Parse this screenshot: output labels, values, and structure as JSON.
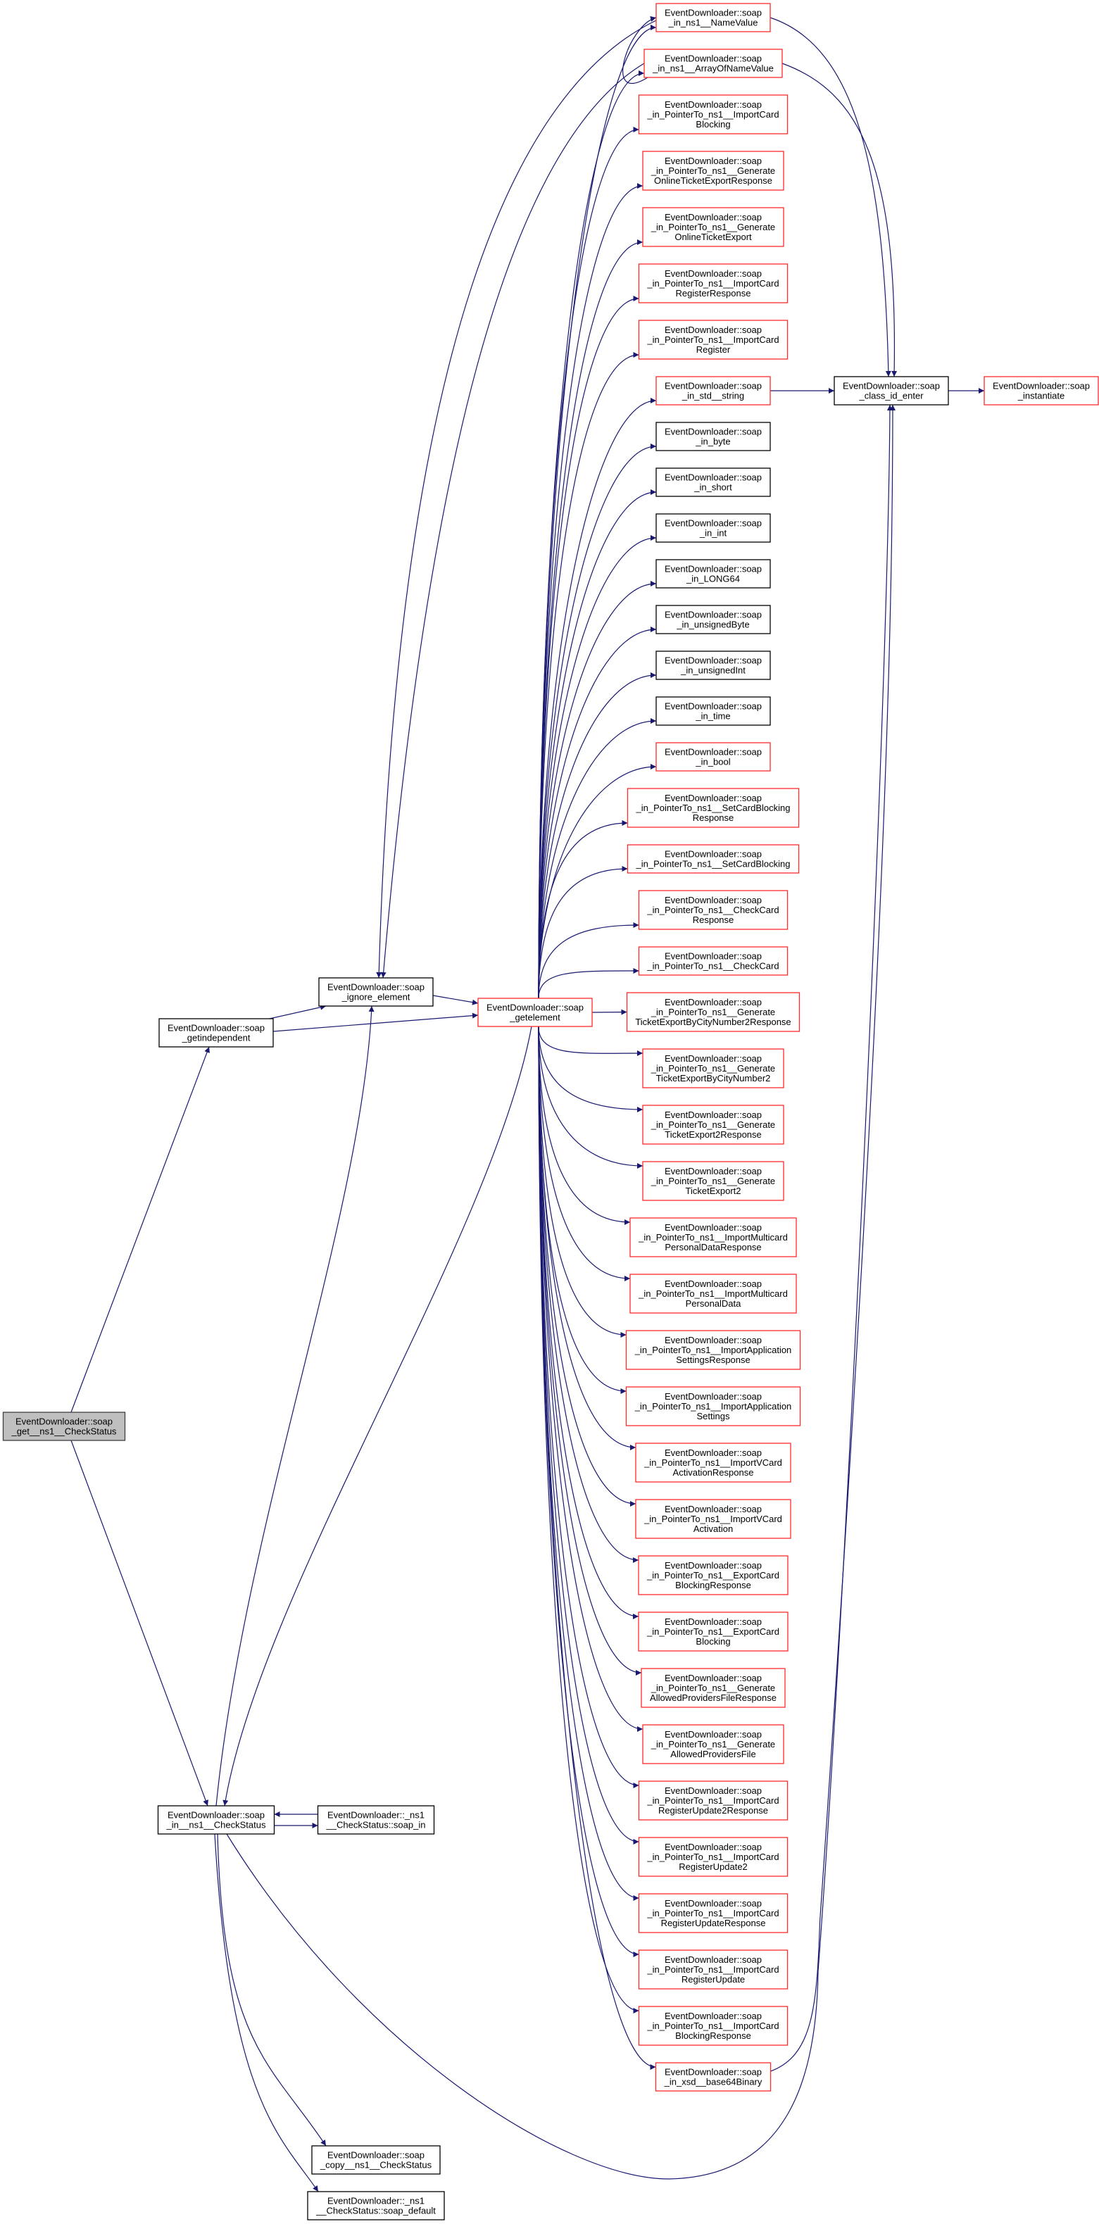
{
  "colors": {
    "edge": "#191970",
    "border_default": "#000000",
    "border_truncated": "#ff2a2a",
    "root_fill": "#bfbfbf",
    "root_border": "#404040"
  },
  "nodes": [
    {
      "id": "root",
      "style": "root",
      "lines": [
        "EventDownloader::soap",
        "_get__ns1__CheckStatus"
      ]
    },
    {
      "id": "getindependent",
      "style": "black",
      "lines": [
        "EventDownloader::soap",
        "_getindependent"
      ]
    },
    {
      "id": "ignore",
      "style": "black",
      "lines": [
        "EventDownloader::soap",
        "_ignore_element"
      ]
    },
    {
      "id": "getelement",
      "style": "red",
      "lines": [
        "EventDownloader::soap",
        "_getelement"
      ]
    },
    {
      "id": "in_cs",
      "style": "black",
      "lines": [
        "EventDownloader::soap",
        "_in__ns1__CheckStatus"
      ]
    },
    {
      "id": "cs_soap_in",
      "style": "black",
      "lines": [
        "EventDownloader::_ns1",
        "__CheckStatus::soap_in"
      ]
    },
    {
      "id": "copy_cs",
      "style": "black",
      "lines": [
        "EventDownloader::soap",
        "_copy__ns1__CheckStatus"
      ]
    },
    {
      "id": "cs_default",
      "style": "black",
      "lines": [
        "EventDownloader::_ns1",
        "__CheckStatus::soap_default"
      ]
    },
    {
      "id": "class_id_enter",
      "style": "black",
      "lines": [
        "EventDownloader::soap",
        "_class_id_enter"
      ]
    },
    {
      "id": "instantiate",
      "style": "red",
      "lines": [
        "EventDownloader::soap",
        "_instantiate"
      ]
    },
    {
      "id": "c_namevalue",
      "style": "red",
      "lines": [
        "EventDownloader::soap",
        "_in_ns1__NameValue"
      ]
    },
    {
      "id": "c_arrayofnamevalue",
      "style": "red",
      "lines": [
        "EventDownloader::soap",
        "_in_ns1__ArrayOfNameValue"
      ]
    },
    {
      "id": "c1",
      "style": "red",
      "lines": [
        "EventDownloader::soap",
        "_in_PointerTo_ns1__ImportCard",
        "Blocking"
      ]
    },
    {
      "id": "c2",
      "style": "red",
      "lines": [
        "EventDownloader::soap",
        "_in_PointerTo_ns1__Generate",
        "OnlineTicketExportResponse"
      ]
    },
    {
      "id": "c3",
      "style": "red",
      "lines": [
        "EventDownloader::soap",
        "_in_PointerTo_ns1__Generate",
        "OnlineTicketExport"
      ]
    },
    {
      "id": "c4",
      "style": "red",
      "lines": [
        "EventDownloader::soap",
        "_in_PointerTo_ns1__ImportCard",
        "RegisterResponse"
      ]
    },
    {
      "id": "c5",
      "style": "red",
      "lines": [
        "EventDownloader::soap",
        "_in_PointerTo_ns1__ImportCard",
        "Register"
      ]
    },
    {
      "id": "c_string",
      "style": "red",
      "lines": [
        "EventDownloader::soap",
        "_in_std__string"
      ]
    },
    {
      "id": "c_byte",
      "style": "black",
      "lines": [
        "EventDownloader::soap",
        "_in_byte"
      ]
    },
    {
      "id": "c_short",
      "style": "black",
      "lines": [
        "EventDownloader::soap",
        "_in_short"
      ]
    },
    {
      "id": "c_int",
      "style": "black",
      "lines": [
        "EventDownloader::soap",
        "_in_int"
      ]
    },
    {
      "id": "c_long64",
      "style": "black",
      "lines": [
        "EventDownloader::soap",
        "_in_LONG64"
      ]
    },
    {
      "id": "c_ubyte",
      "style": "black",
      "lines": [
        "EventDownloader::soap",
        "_in_unsignedByte"
      ]
    },
    {
      "id": "c_uint",
      "style": "black",
      "lines": [
        "EventDownloader::soap",
        "_in_unsignedInt"
      ]
    },
    {
      "id": "c_time",
      "style": "black",
      "lines": [
        "EventDownloader::soap",
        "_in_time"
      ]
    },
    {
      "id": "c_bool",
      "style": "red",
      "lines": [
        "EventDownloader::soap",
        "_in_bool"
      ]
    },
    {
      "id": "c6",
      "style": "red",
      "lines": [
        "EventDownloader::soap",
        "_in_PointerTo_ns1__SetCardBlocking",
        "Response"
      ]
    },
    {
      "id": "c7",
      "style": "red",
      "lines": [
        "EventDownloader::soap",
        "_in_PointerTo_ns1__SetCardBlocking"
      ]
    },
    {
      "id": "c8",
      "style": "red",
      "lines": [
        "EventDownloader::soap",
        "_in_PointerTo_ns1__CheckCard",
        "Response"
      ]
    },
    {
      "id": "c9",
      "style": "red",
      "lines": [
        "EventDownloader::soap",
        "_in_PointerTo_ns1__CheckCard"
      ]
    },
    {
      "id": "c10",
      "style": "red",
      "lines": [
        "EventDownloader::soap",
        "_in_PointerTo_ns1__Generate",
        "TicketExportByCityNumber2Response"
      ]
    },
    {
      "id": "c11",
      "style": "red",
      "lines": [
        "EventDownloader::soap",
        "_in_PointerTo_ns1__Generate",
        "TicketExportByCityNumber2"
      ]
    },
    {
      "id": "c12",
      "style": "red",
      "lines": [
        "EventDownloader::soap",
        "_in_PointerTo_ns1__Generate",
        "TicketExport2Response"
      ]
    },
    {
      "id": "c13",
      "style": "red",
      "lines": [
        "EventDownloader::soap",
        "_in_PointerTo_ns1__Generate",
        "TicketExport2"
      ]
    },
    {
      "id": "c14",
      "style": "red",
      "lines": [
        "EventDownloader::soap",
        "_in_PointerTo_ns1__ImportMulticard",
        "PersonalDataResponse"
      ]
    },
    {
      "id": "c15",
      "style": "red",
      "lines": [
        "EventDownloader::soap",
        "_in_PointerTo_ns1__ImportMulticard",
        "PersonalData"
      ]
    },
    {
      "id": "c16",
      "style": "red",
      "lines": [
        "EventDownloader::soap",
        "_in_PointerTo_ns1__ImportApplication",
        "SettingsResponse"
      ]
    },
    {
      "id": "c17",
      "style": "red",
      "lines": [
        "EventDownloader::soap",
        "_in_PointerTo_ns1__ImportApplication",
        "Settings"
      ]
    },
    {
      "id": "c18",
      "style": "red",
      "lines": [
        "EventDownloader::soap",
        "_in_PointerTo_ns1__ImportVCard",
        "ActivationResponse"
      ]
    },
    {
      "id": "c19",
      "style": "red",
      "lines": [
        "EventDownloader::soap",
        "_in_PointerTo_ns1__ImportVCard",
        "Activation"
      ]
    },
    {
      "id": "c20",
      "style": "red",
      "lines": [
        "EventDownloader::soap",
        "_in_PointerTo_ns1__ExportCard",
        "BlockingResponse"
      ]
    },
    {
      "id": "c21",
      "style": "red",
      "lines": [
        "EventDownloader::soap",
        "_in_PointerTo_ns1__ExportCard",
        "Blocking"
      ]
    },
    {
      "id": "c22",
      "style": "red",
      "lines": [
        "EventDownloader::soap",
        "_in_PointerTo_ns1__Generate",
        "AllowedProvidersFileResponse"
      ]
    },
    {
      "id": "c23",
      "style": "red",
      "lines": [
        "EventDownloader::soap",
        "_in_PointerTo_ns1__Generate",
        "AllowedProvidersFile"
      ]
    },
    {
      "id": "c24",
      "style": "red",
      "lines": [
        "EventDownloader::soap",
        "_in_PointerTo_ns1__ImportCard",
        "RegisterUpdate2Response"
      ]
    },
    {
      "id": "c25",
      "style": "red",
      "lines": [
        "EventDownloader::soap",
        "_in_PointerTo_ns1__ImportCard",
        "RegisterUpdate2"
      ]
    },
    {
      "id": "c26",
      "style": "red",
      "lines": [
        "EventDownloader::soap",
        "_in_PointerTo_ns1__ImportCard",
        "RegisterUpdateResponse"
      ]
    },
    {
      "id": "c27",
      "style": "red",
      "lines": [
        "EventDownloader::soap",
        "_in_PointerTo_ns1__ImportCard",
        "RegisterUpdate"
      ]
    },
    {
      "id": "c28",
      "style": "red",
      "lines": [
        "EventDownloader::soap",
        "_in_PointerTo_ns1__ImportCard",
        "BlockingResponse"
      ]
    },
    {
      "id": "c_base64",
      "style": "red",
      "lines": [
        "EventDownloader::soap",
        "_in_xsd__base64Binary"
      ]
    }
  ],
  "edges": [
    [
      "root",
      "getindependent"
    ],
    [
      "root",
      "in_cs"
    ],
    [
      "getindependent",
      "ignore"
    ],
    [
      "getindependent",
      "getelement"
    ],
    [
      "ignore",
      "getelement"
    ],
    [
      "in_cs",
      "ignore"
    ],
    [
      "getelement",
      "in_cs"
    ],
    [
      "in_cs",
      "cs_soap_in"
    ],
    [
      "cs_soap_in",
      "in_cs"
    ],
    [
      "in_cs",
      "copy_cs"
    ],
    [
      "in_cs",
      "cs_default"
    ],
    [
      "in_cs",
      "class_id_enter"
    ],
    [
      "c_namevalue",
      "class_id_enter"
    ],
    [
      "c_arrayofnamevalue",
      "class_id_enter"
    ],
    [
      "c_string",
      "class_id_enter"
    ],
    [
      "c_base64",
      "class_id_enter"
    ],
    [
      "class_id_enter",
      "instantiate"
    ],
    [
      "c_namevalue",
      "ignore"
    ],
    [
      "c_arrayofnamevalue",
      "ignore"
    ],
    [
      "c_arrayofnamevalue",
      "c_namevalue"
    ]
  ]
}
